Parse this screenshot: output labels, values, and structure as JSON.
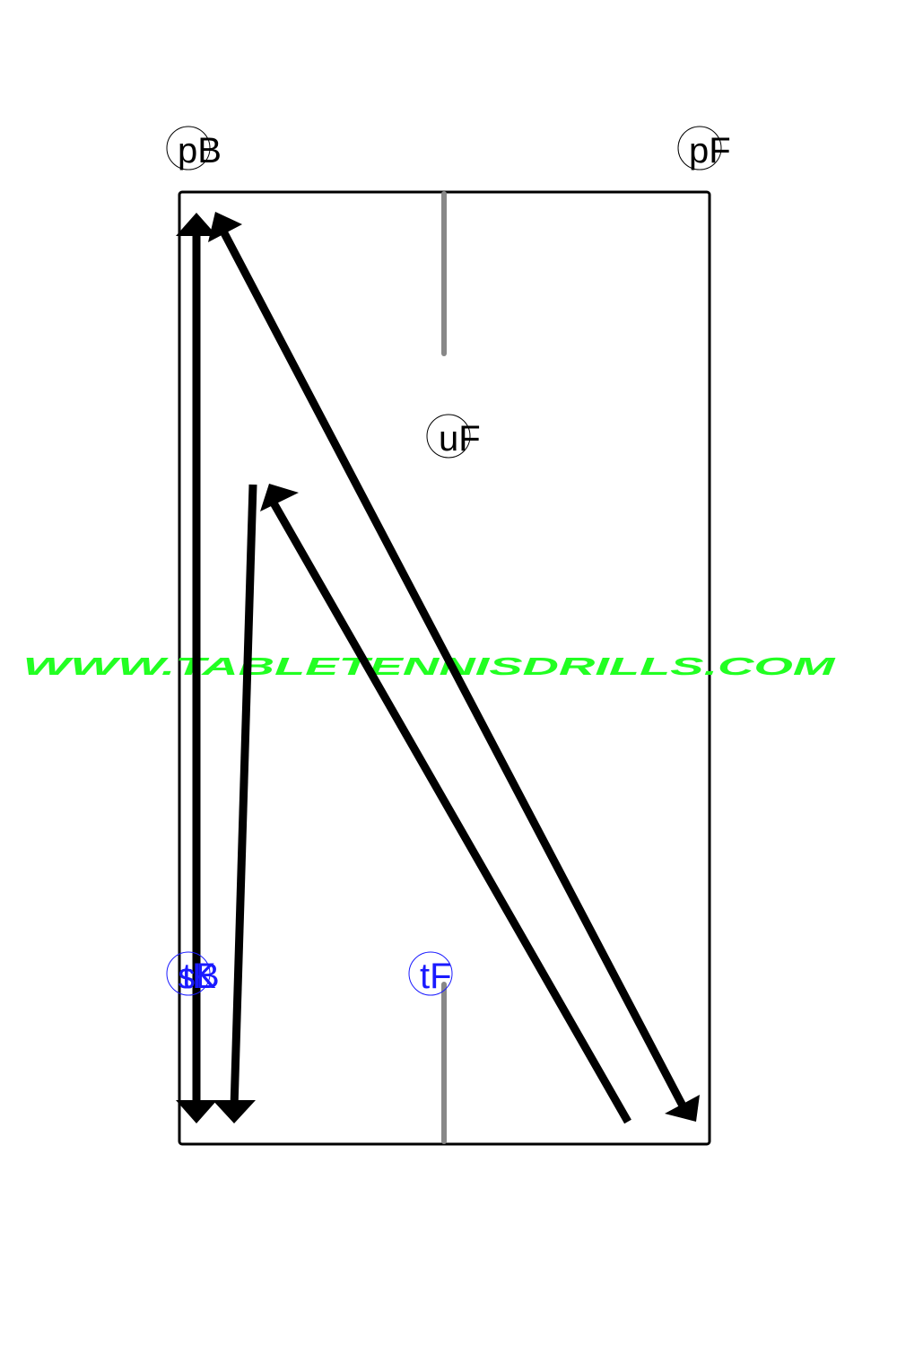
{
  "diagram": {
    "watermark": "WWW.TABLETENNISDRILLS.COM",
    "colors": {
      "background": "#ffffff",
      "table_outline": "#000000",
      "center_line": "#888888",
      "arrow": "#000000",
      "label_black": "#000000",
      "label_blue": "#1a1aff",
      "watermark": "#22ff22"
    },
    "labels": {
      "top_left": "pB",
      "top_right": "pF",
      "upper_middle": "uF",
      "lower_left_a": "sB",
      "lower_left_b": "tK",
      "lower_middle": "tF"
    }
  }
}
